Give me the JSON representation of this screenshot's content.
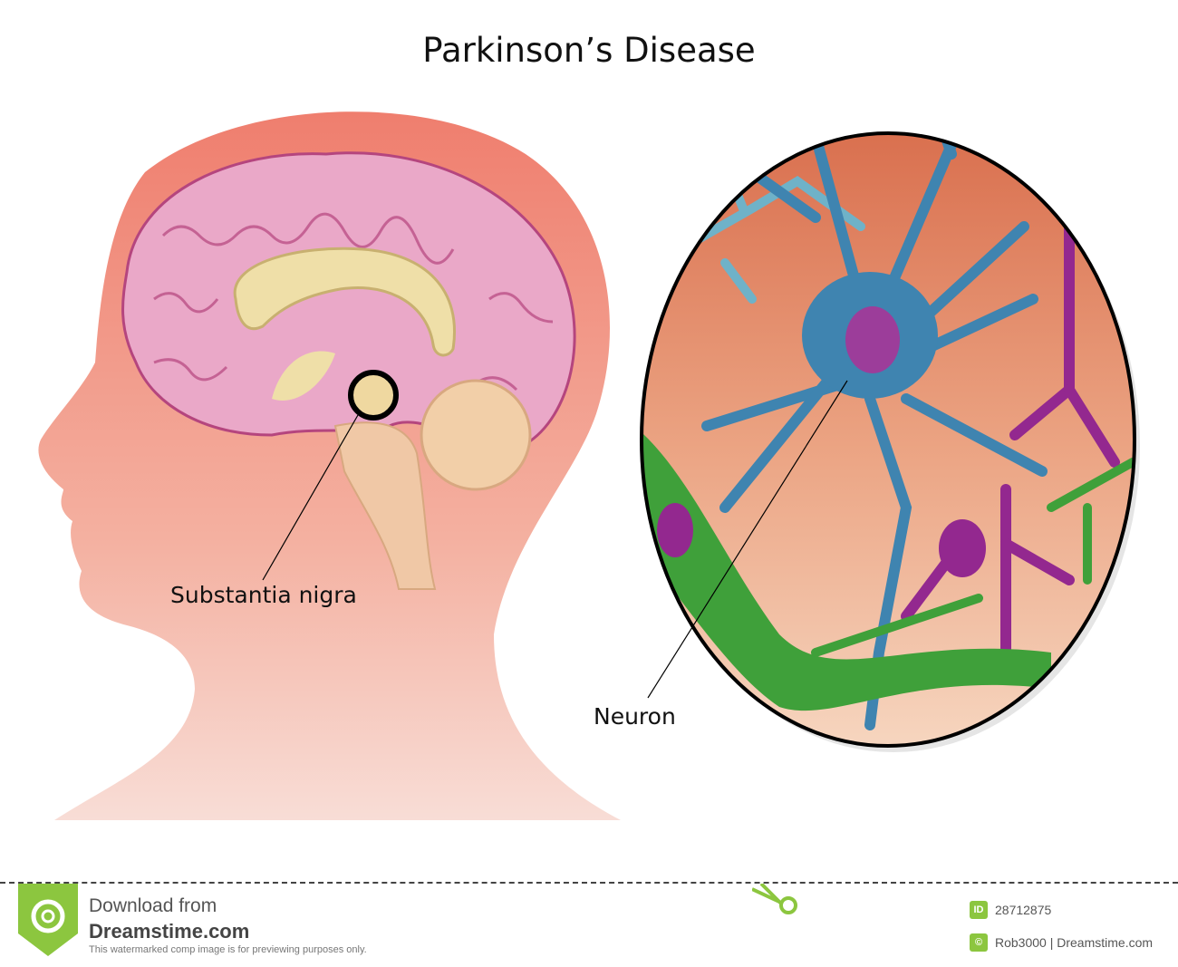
{
  "title": "Parkinson’s Disease",
  "labels": {
    "substantia_nigra": "Substantia nigra",
    "neuron": "Neuron"
  },
  "watermark": {
    "brand": "dreamstime"
  },
  "footer": {
    "download_from": "Download from",
    "site": "Dreamstime.com",
    "note": "This watermarked comp image is for previewing purposes only.",
    "id_badge": "ID",
    "id": "28712875",
    "copyright_icon": "©",
    "author": "Rob3000 | Dreamstime.com"
  },
  "colors": {
    "head": "#f08878",
    "brain": "#e8a6c8",
    "accent": "#8cc63f",
    "neuron": "#3f84b0"
  }
}
